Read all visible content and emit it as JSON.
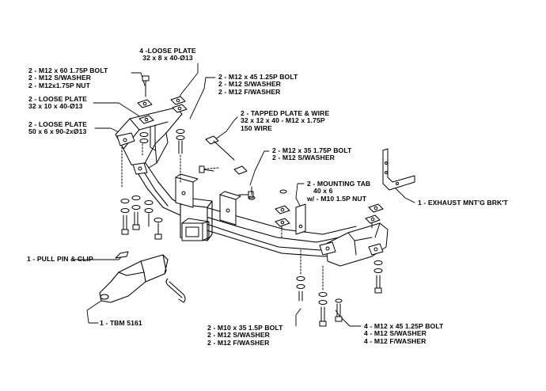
{
  "labels": {
    "loose_plate_4": [
      "4 -LOOSE PLATE",
      "32 x 8 x 40-Ø13"
    ],
    "bolt_60": [
      "2 - M12 x 60 1.75P BOLT",
      "2 - M12 S/WASHER",
      "2 - M12x1.75P NUT"
    ],
    "loose_plate_2a": [
      "2 - LOOSE PLATE",
      "32 x 10 x 40-Ø13"
    ],
    "loose_plate_2b": [
      "2 - LOOSE PLATE",
      "50 x 6 x 90-2xØ13"
    ],
    "bolt_45_top": [
      "2 - M12 x 45  1.25P BOLT",
      "2 - M12 S/WASHER",
      "2 - M12 F/WASHER"
    ],
    "tapped_plate": [
      "2 - TAPPED PLATE & WIRE",
      "32 x 12 x 40 - M12 x 1.75P",
      "150 WIRE"
    ],
    "bolt_35": [
      "2 - M12 x 35 1.75P BOLT",
      "2 - M12 S/WASHER"
    ],
    "mounting_tab": [
      "2 - MOUNTING TAB",
      "40 x 6",
      "w/ - M10 1.5P NUT"
    ],
    "exhaust": [
      "1 - EXHAUST MNT'G BRK'T"
    ],
    "pull_pin": [
      "1 -  PULL PIN & CLIP"
    ],
    "tbm": [
      "1 - TBM 5161"
    ],
    "bolt_m10": [
      "2 - M10 x 35 1.5P BOLT",
      "2 - M12 S/WASHER",
      "2 - M12 F/WASHER"
    ],
    "bolt_45_bottom": [
      "4 - M12 x 45  1.25P BOLT",
      "4 - M12 S/WASHER",
      "4 - M12 F/WASHER"
    ]
  }
}
